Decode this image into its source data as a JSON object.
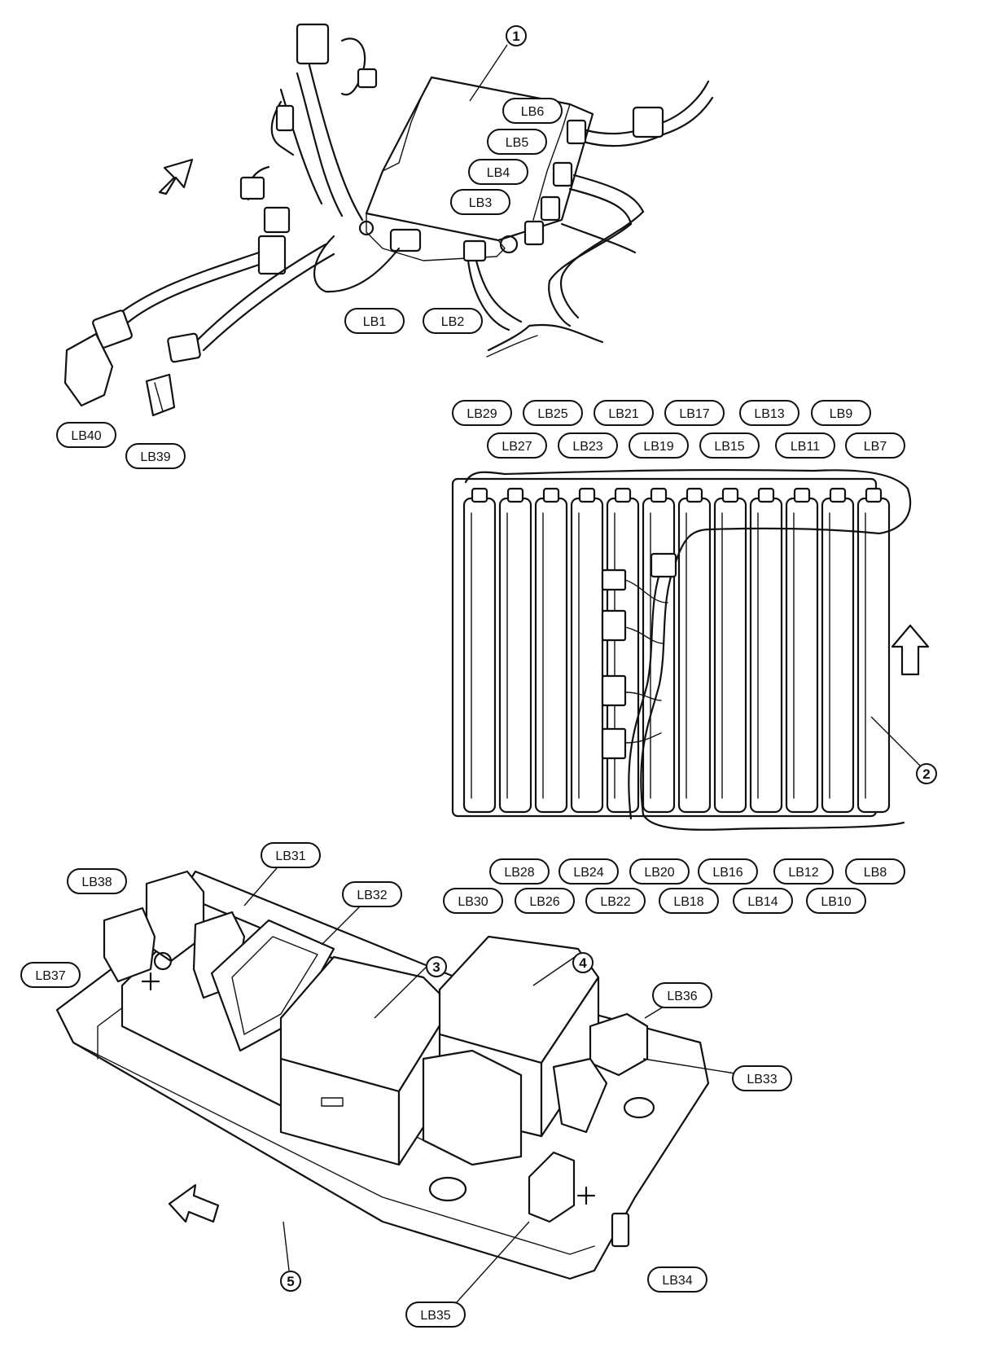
{
  "callouts": {
    "c1": "1",
    "c2": "2",
    "c3": "3",
    "c4": "4",
    "c5": "5"
  },
  "labels": {
    "LB1": "LB1",
    "LB2": "LB2",
    "LB3": "LB3",
    "LB4": "LB4",
    "LB5": "LB5",
    "LB6": "LB6",
    "LB7": "LB7",
    "LB8": "LB8",
    "LB9": "LB9",
    "LB10": "LB10",
    "LB11": "LB11",
    "LB12": "LB12",
    "LB13": "LB13",
    "LB14": "LB14",
    "LB15": "LB15",
    "LB16": "LB16",
    "LB17": "LB17",
    "LB18": "LB18",
    "LB19": "LB19",
    "LB20": "LB20",
    "LB21": "LB21",
    "LB22": "LB22",
    "LB23": "LB23",
    "LB24": "LB24",
    "LB25": "LB25",
    "LB26": "LB26",
    "LB27": "LB27",
    "LB28": "LB28",
    "LB29": "LB29",
    "LB30": "LB30",
    "LB31": "LB31",
    "LB32": "LB32",
    "LB33": "LB33",
    "LB34": "LB34",
    "LB35": "LB35",
    "LB36": "LB36",
    "LB37": "LB37",
    "LB38": "LB38",
    "LB39": "LB39",
    "LB40": "LB40"
  },
  "icons": {
    "direction_arrows": [
      "arrow-up-right-icon",
      "arrow-up-icon",
      "arrow-left-icon"
    ]
  }
}
